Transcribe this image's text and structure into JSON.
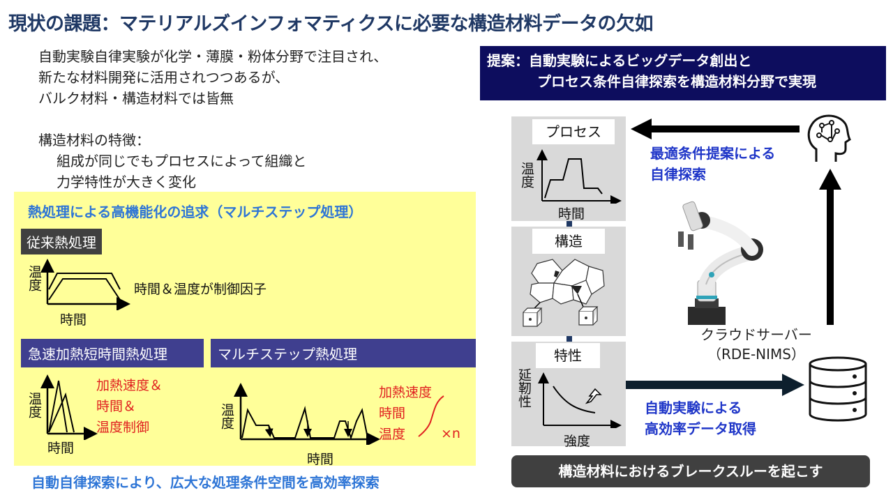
{
  "title": "現状の課題：マテリアルズインフォマティクスに必要な構造材料データの欠如",
  "intro": {
    "line1": "自動実験自律実験が化学・薄膜・粉体分野で注目され、",
    "line2": "新たな材料開発に活用されつつあるが、",
    "line3": "バルク材料・構造材料では皆無"
  },
  "features": {
    "line1": "構造材料の特徴：",
    "line2": "組成が同じでもプロセスによって組織と",
    "line3": "力学特性が大きく変化"
  },
  "heat_treatment": {
    "title": "熱処理による高機能化の追求（マルチステップ処理）",
    "conventional": {
      "label": "従来熱処理",
      "ylabel": "温度",
      "xlabel": "時間",
      "note": "時間＆温度が制御因子"
    },
    "rapid": {
      "label": "急速加熱短時間熱処理",
      "ylabel": "温度",
      "xlabel": "時間",
      "note1": "加熱速度＆",
      "note2": "時間＆",
      "note3": "温度制御"
    },
    "multistep": {
      "label": "マルチステップ熱処理",
      "ylabel": "温度",
      "xlabel": "時間",
      "note1": "加熱速度",
      "note2": "時間",
      "note3": "温度",
      "times": "×n"
    },
    "bottom": "自動自律探索により、広大な処理条件空間を高効率探索"
  },
  "proposal": {
    "line1": "提案：自動実験によるビッグデータ創出と",
    "line2": "プロセス条件自律探索を構造材料分野で実現"
  },
  "panels": {
    "process": {
      "title": "プロセス",
      "ylabel": "温度",
      "xlabel": "時間"
    },
    "structure": {
      "title": "構造"
    },
    "property": {
      "title": "特性",
      "ylabel": "延靭性",
      "xlabel": "強度"
    }
  },
  "right": {
    "optimal1": "最適条件提案による",
    "optimal2": "自律探索",
    "cloud1": "クラウドサーバー",
    "cloud2": "（RDE-NIMS）",
    "auto1": "自動実験による",
    "auto2": "高効率データ取得",
    "breakthrough": "構造材料におけるブレークスルーを起こす"
  },
  "colors": {
    "title": "#1f3864",
    "accent_blue": "#2e75d6",
    "dark_navy": "#0d0d5e",
    "red": "#e02020",
    "yellow": "#ffff99"
  }
}
